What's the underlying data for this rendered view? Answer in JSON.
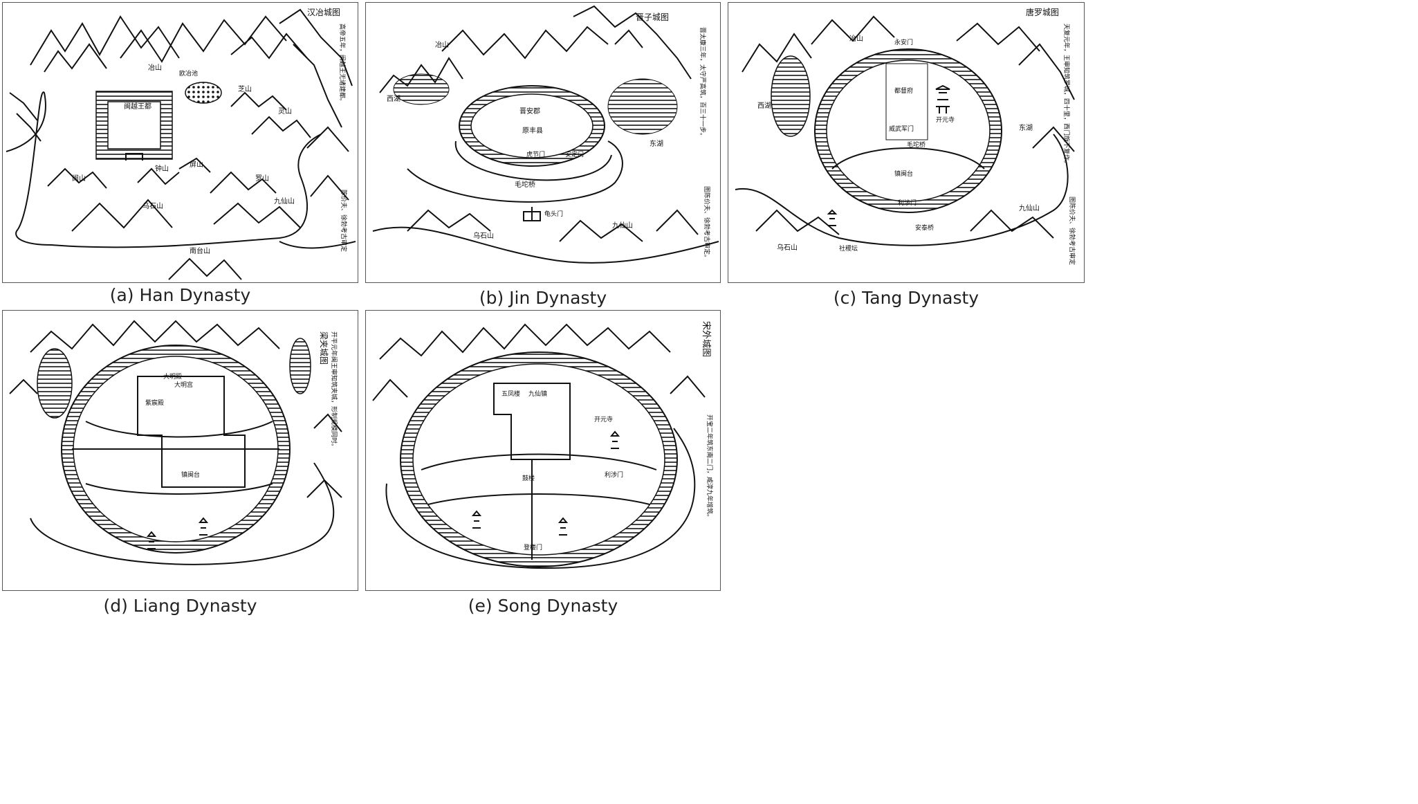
{
  "figure": {
    "panels": [
      {
        "id": "a",
        "caption": "(a) Han Dynasty",
        "title": "汉冶城图",
        "side_note": "高帝五年，闽越王无诸建都。",
        "credit": "陈价夫、徐勃考古审定",
        "labels": [
          "冶山",
          "欧冶池",
          "闽越王都",
          "芝山",
          "灵山",
          "屏山",
          "钟山",
          "闽山",
          "罗山",
          "九仙山",
          "乌石山",
          "南台山"
        ]
      },
      {
        "id": "b",
        "caption": "(b) Jin Dynasty",
        "title": "晋子城图",
        "side_note": "晋太康三年，太守严高筑，百三十一步。",
        "credit": "图陈价夫、徐勃考古审定。",
        "labels": [
          "冶山",
          "西湖",
          "晋安郡",
          "原丰县",
          "东湖",
          "虎节门",
          "安定门",
          "毛坨桥",
          "龟头门",
          "九仙山",
          "乌石山"
        ]
      },
      {
        "id": "c",
        "caption": "(c) Tang Dynasty",
        "title": "唐罗城图",
        "side_note": "天复元年，王审知筑罗城，四十里，西门旋不复作。",
        "credit": "图陈价夫、徐勃考古审定",
        "labels": [
          "冶山",
          "永安门",
          "西湖",
          "东湖",
          "都督府",
          "开元寺",
          "威武军门",
          "毛坨桥",
          "镇闽台",
          "利涉门",
          "安泰桥",
          "九仙山",
          "乌石山",
          "社稷坛"
        ]
      },
      {
        "id": "d",
        "caption": "(d) Liang Dynasty",
        "title": "梁夹城图",
        "side_note": "开平元年闽王审知筑夹城，形制规模同时。",
        "labels": [
          "大明殿",
          "大明宫",
          "紫宸殿",
          "镇闽台"
        ]
      },
      {
        "id": "e",
        "caption": "(e) Song Dynasty",
        "title": "宋外城图",
        "side_note": "开宝二年筑东南二门，咸淳九年增筑。",
        "labels": [
          "五凤楼",
          "九仙镇",
          "开元寺",
          "利涉门",
          "鼓楼",
          "登楼门"
        ]
      }
    ]
  }
}
